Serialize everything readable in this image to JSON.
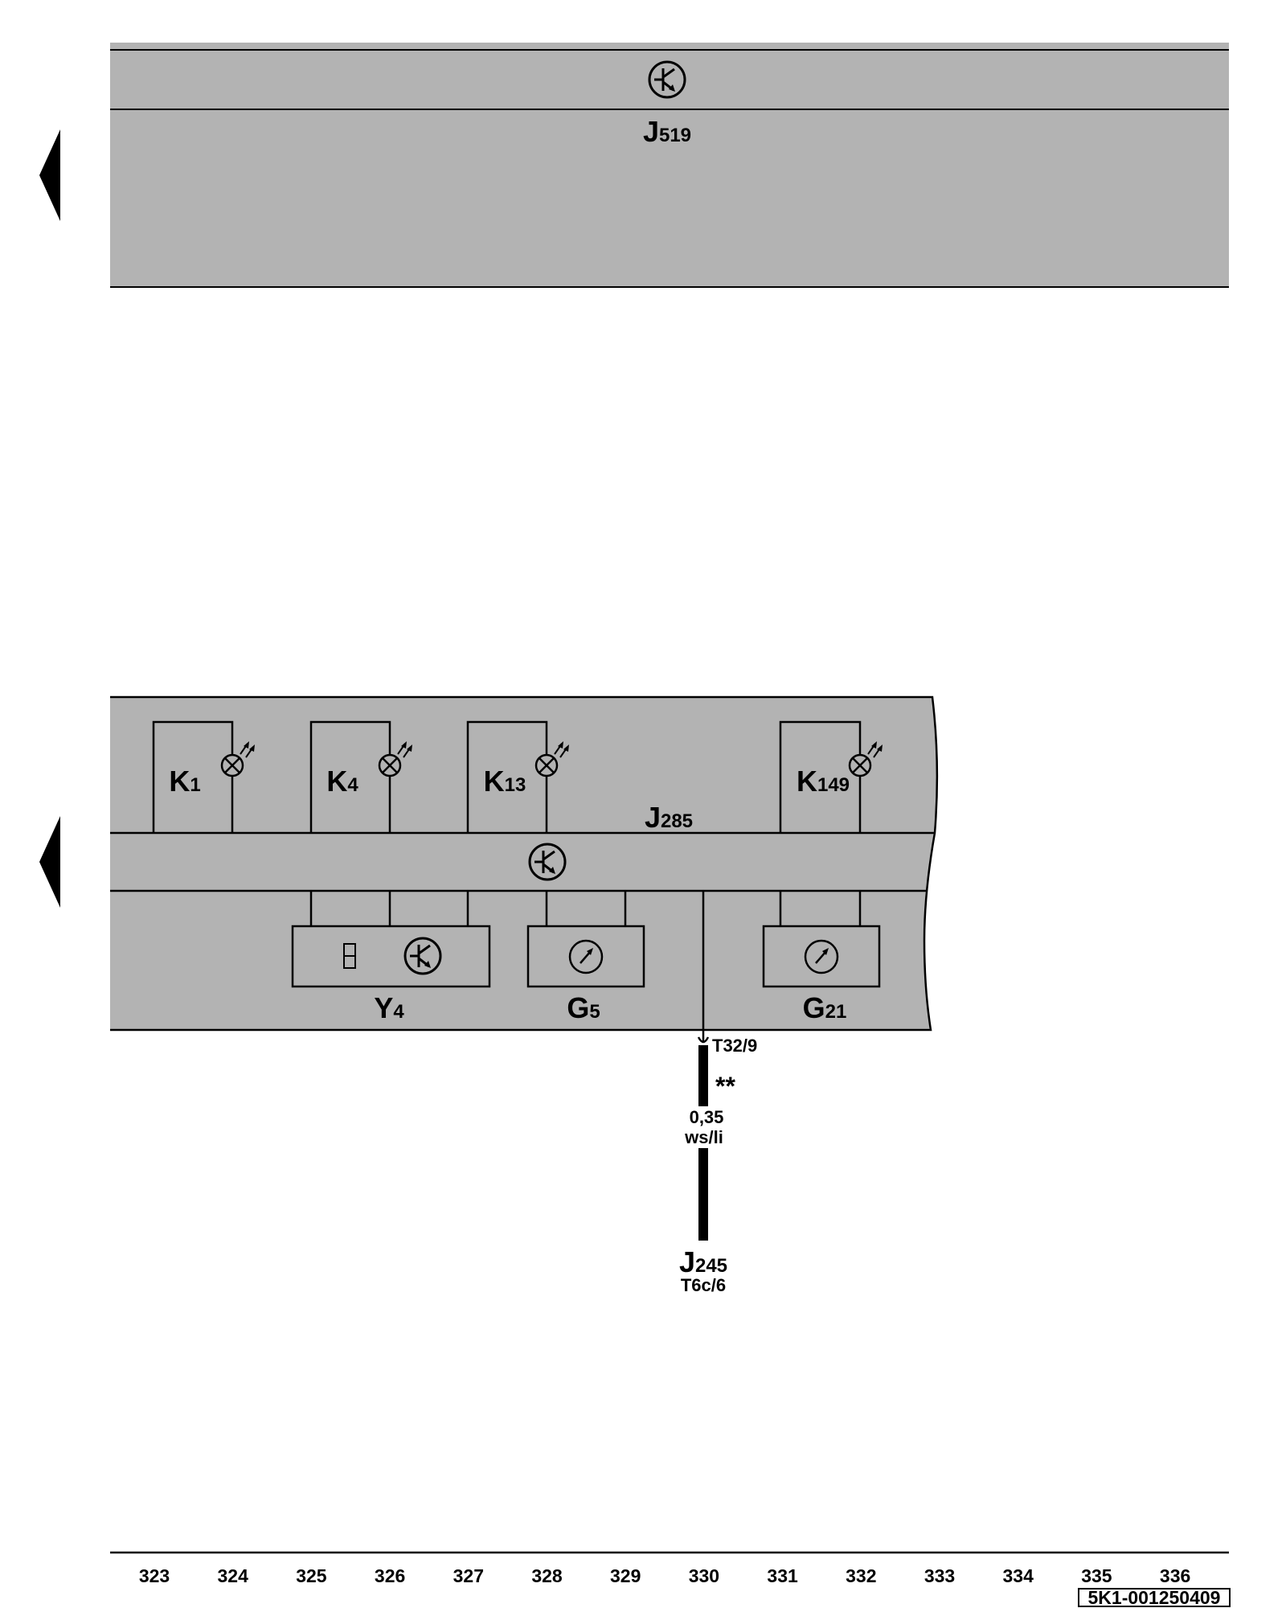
{
  "colors": {
    "panel": "#b3b3b3",
    "line": "#000000",
    "background": "#ffffff"
  },
  "top_unit": {
    "name": "J",
    "index": "519",
    "icon": "control-unit-icon"
  },
  "cluster": {
    "name": "J",
    "index": "285",
    "icon": "control-unit-icon",
    "lamps": [
      {
        "name": "K",
        "index": "1"
      },
      {
        "name": "K",
        "index": "4"
      },
      {
        "name": "K",
        "index": "13"
      },
      {
        "name": "K",
        "index": "149"
      }
    ],
    "components": [
      {
        "name": "Y",
        "index": "4",
        "icons": [
          "digit-display-icon",
          "control-unit-icon"
        ]
      },
      {
        "name": "G",
        "index": "5",
        "icons": [
          "gauge-icon"
        ]
      },
      {
        "name": "G",
        "index": "21",
        "icons": [
          "gauge-icon"
        ]
      }
    ]
  },
  "wire": {
    "connector": "T32/9",
    "note": "**",
    "cross_section": "0,35",
    "color_code": "ws/li",
    "target_name": "J",
    "target_index": "245",
    "target_pin": "T6c/6"
  },
  "footer": {
    "tracks": [
      "323",
      "324",
      "325",
      "326",
      "327",
      "328",
      "329",
      "330",
      "331",
      "332",
      "333",
      "334",
      "335",
      "336"
    ],
    "doc_id": "5K1-001250409"
  }
}
